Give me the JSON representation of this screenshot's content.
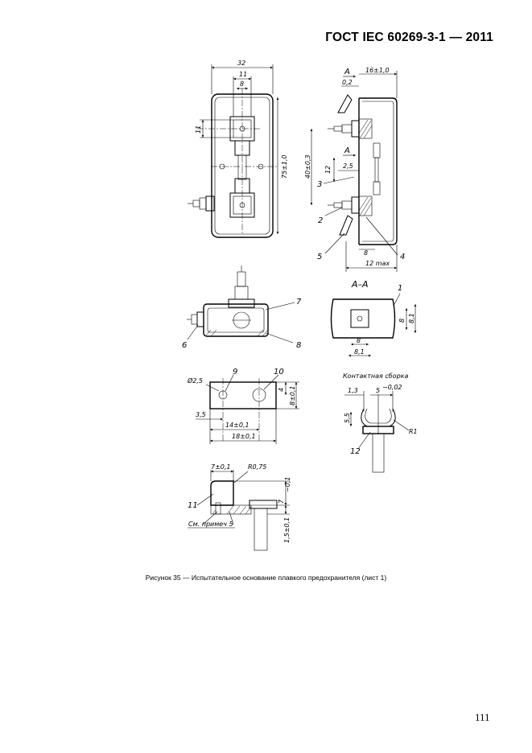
{
  "header": {
    "title": "ГОСТ IEC 60269-3-1 — 2011"
  },
  "drawing": {
    "front_view": {
      "dims": {
        "width": "32",
        "inner": "11",
        "slot": "8",
        "offset": "11",
        "height": "75±1,0"
      }
    },
    "side_view": {
      "dims": {
        "a": "0,2",
        "depth": "16±1,0",
        "h40": "40±0,3",
        "h12": "12",
        "w25": "2,5",
        "b8": "8",
        "max12": "12 max"
      },
      "section_marks": [
        "A",
        "A"
      ],
      "callouts": [
        "2",
        "3",
        "4",
        "5"
      ]
    },
    "section_aa": {
      "title": "A–A",
      "dims": {
        "w8": "8",
        "w81": "8,1",
        "h8": "8",
        "h81": "8,1"
      },
      "callouts": [
        "1"
      ]
    },
    "bottom_view": {
      "callouts": [
        "6",
        "7",
        "8"
      ]
    },
    "plate": {
      "callouts": [
        "9",
        "10"
      ],
      "dims": {
        "hole": "Ø2,5",
        "d4": "4",
        "h8": "8±0,1",
        "left": "3,5",
        "c14": "14±0,1",
        "w18": "18±0,1"
      }
    },
    "contact": {
      "title": "Контактная сборка",
      "dims": {
        "a": "1,3",
        "b": "5",
        "tol": "−0,02",
        "h": "5,5",
        "r": "R1"
      },
      "callouts": [
        "12"
      ]
    },
    "detail": {
      "callouts": [
        "11"
      ],
      "dims": {
        "w": "7±0,1",
        "r": "R0,75",
        "h": "7",
        "htol": "−0,1",
        "t": "1,5±0,1"
      },
      "note": "См. примеч 5"
    }
  },
  "caption": "Рисунок 35 — Испытательное основание плавкого предохранителя (лист 1)",
  "page_number": "111"
}
